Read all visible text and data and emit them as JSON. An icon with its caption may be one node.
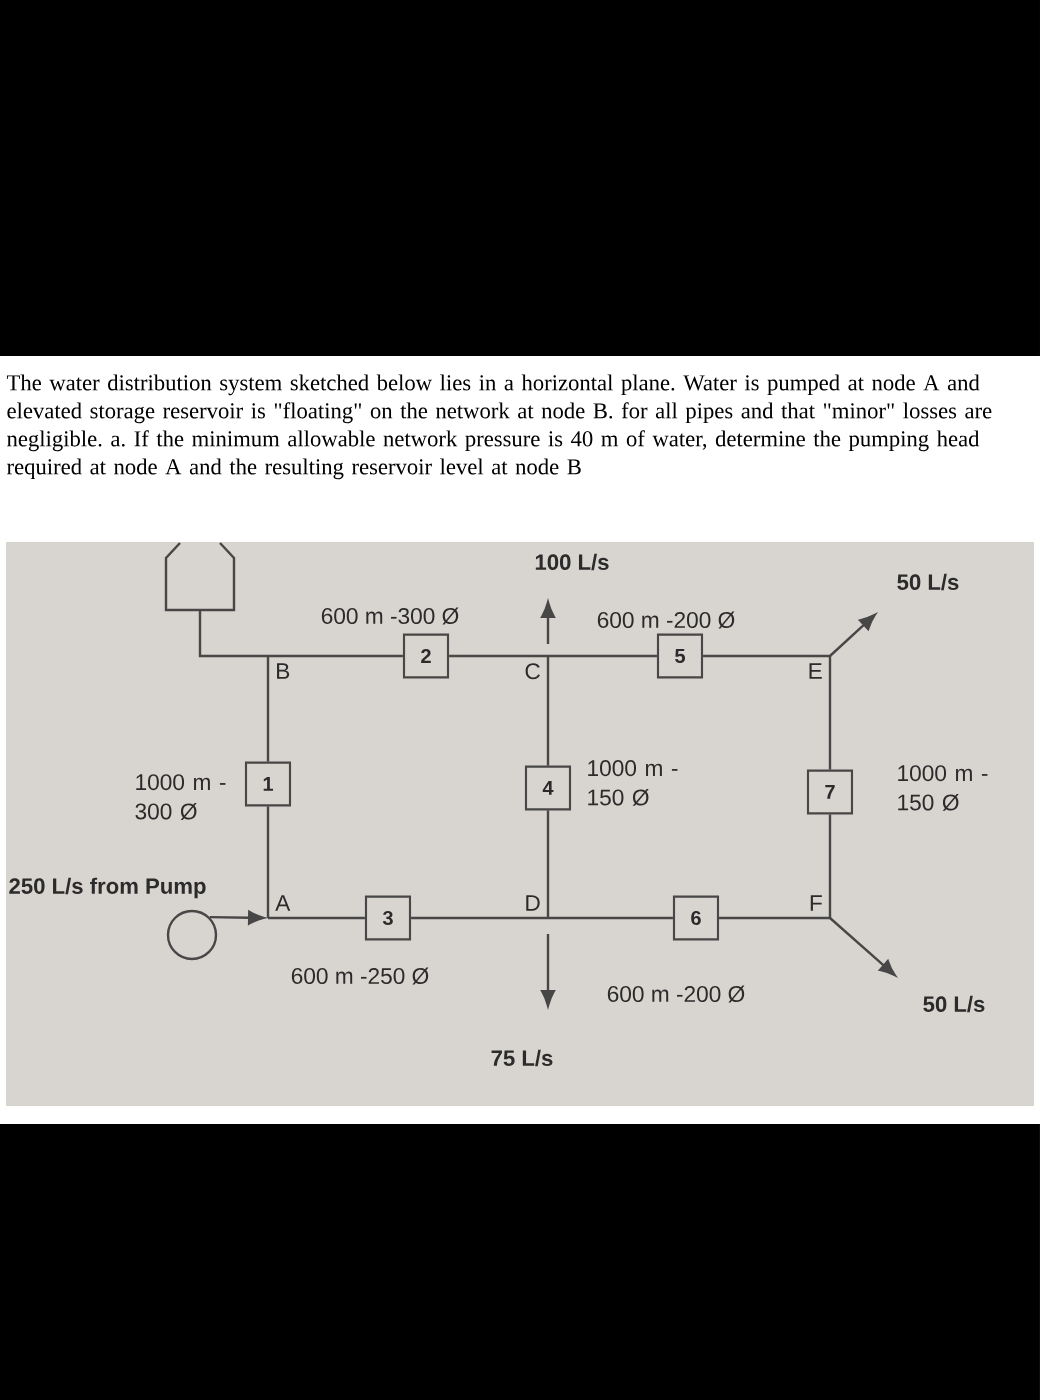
{
  "diagram": {
    "caption": "The water distribution system sketched below lies in a horizontal plane. Water is pumped at node A and elevated storage reservoir is \"floating\" on the network at node B. for all pipes and that \"minor\" losses are negligible. a. If the minimum allowable network pressure is 40 m of water, determine the pumping head required at node A and the resulting reservoir level at node B",
    "nodes": [
      {
        "text": [],
        "shape": "tank"
      },
      {
        "text": [
          "B"
        ]
      },
      {
        "text": [
          "2"
        ],
        "beside": [
          "600 m -300 Ø"
        ]
      },
      {
        "text": [
          "C"
        ]
      },
      {
        "text": [
          "5"
        ],
        "beside": [
          "600 m -200 Ø"
        ]
      },
      {
        "text": [
          "E"
        ]
      },
      {
        "text": [
          "1"
        ],
        "beside": [
          "1000 m - 300 Ø"
        ]
      },
      {
        "text": [
          "4"
        ],
        "beside": [
          "1000 m - 150 Ø"
        ]
      },
      {
        "text": [
          "7"
        ],
        "beside": [
          "1000 m - 150 Ø"
        ]
      },
      {
        "text": [],
        "shape": "circle",
        "beside": [
          "250 L/s from Pump"
        ]
      },
      {
        "text": [
          "A"
        ]
      },
      {
        "text": [
          "3"
        ],
        "beside": [
          "600 m -250 Ø"
        ]
      },
      {
        "text": [
          "D"
        ]
      },
      {
        "text": [
          "6"
        ],
        "beside": [
          "600 m -200 Ø"
        ]
      },
      {
        "text": [
          "F"
        ]
      }
    ],
    "edges": [
      {
        "from": 0,
        "to": 1,
        "arrow": "none"
      },
      {
        "from": 1,
        "to": 2,
        "arrow": "none"
      },
      {
        "from": 2,
        "to": 3,
        "arrow": "none"
      },
      {
        "from": 3,
        "to": 4,
        "arrow": "none"
      },
      {
        "from": 4,
        "to": 5,
        "arrow": "none"
      },
      {
        "from": 1,
        "to": 6,
        "arrow": "none"
      },
      {
        "from": 6,
        "to": 10,
        "arrow": "none"
      },
      {
        "from": 3,
        "to": 7,
        "arrow": "none"
      },
      {
        "from": 7,
        "to": 12,
        "arrow": "none"
      },
      {
        "from": 5,
        "to": 8,
        "arrow": "none"
      },
      {
        "from": 8,
        "to": 14,
        "arrow": "none"
      },
      {
        "from": 9,
        "to": 10,
        "arrow": "to"
      },
      {
        "from": 10,
        "to": 11,
        "arrow": "none"
      },
      {
        "from": 11,
        "to": 12,
        "arrow": "none"
      },
      {
        "from": 12,
        "to": 13,
        "arrow": "none"
      },
      {
        "from": 13,
        "to": 14,
        "arrow": "none"
      },
      {
        "from": 3,
        "to": null,
        "arrow": "to",
        "label": "100 L/s"
      },
      {
        "from": 5,
        "to": null,
        "arrow": "to",
        "label": "50 L/s"
      },
      {
        "from": 12,
        "to": null,
        "arrow": "to",
        "label": "75 L/s"
      },
      {
        "from": 14,
        "to": null,
        "arrow": "to",
        "label": "50 L/s"
      }
    ]
  }
}
